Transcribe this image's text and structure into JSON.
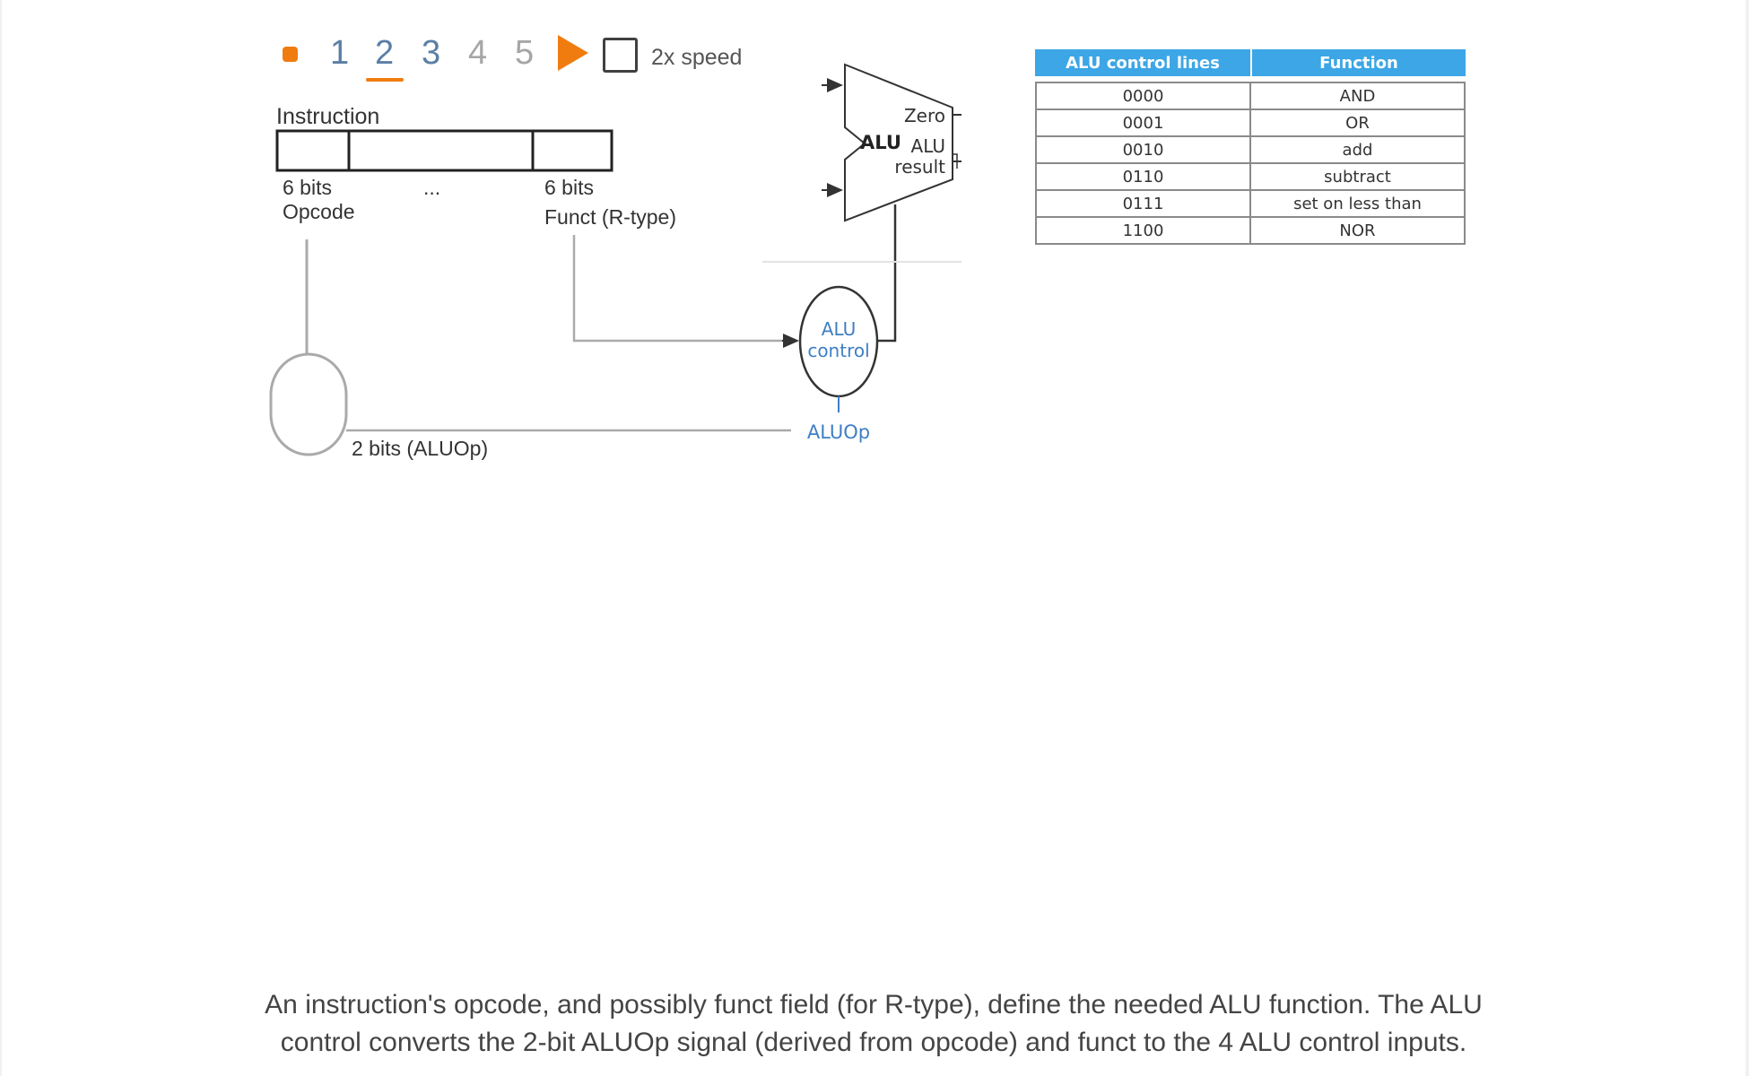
{
  "controls": {
    "steps": [
      "1",
      "2",
      "3",
      "4",
      "5"
    ],
    "current_step": "2",
    "speed_label": "2x speed"
  },
  "diagram": {
    "instruction_label": "Instruction",
    "opcode_bits": "6 bits",
    "opcode_label": "Opcode",
    "ellipsis": "...",
    "funct_bits": "6 bits",
    "funct_label": "Funct (R-type)",
    "aluop_bits_label": "2 bits (ALUOp)",
    "alu_label": "ALU",
    "zero_label": "Zero",
    "alu_result_line1": "ALU",
    "alu_result_line2": "result",
    "alu_control_line1": "ALU",
    "alu_control_line2": "control",
    "aluop_label": "ALUOp"
  },
  "table": {
    "headers": [
      "ALU control lines",
      "Function"
    ],
    "rows": [
      [
        "0000",
        "AND"
      ],
      [
        "0001",
        "OR"
      ],
      [
        "0010",
        "add"
      ],
      [
        "0110",
        "subtract"
      ],
      [
        "0111",
        "set on less than"
      ],
      [
        "1100",
        "NOR"
      ]
    ]
  },
  "caption": {
    "line1": "An instruction's opcode, and possibly funct field (for R-type), define the needed ALU function. The ALU",
    "line2": "control converts the 2-bit ALUOp signal (derived from opcode) and funct to the 4 ALU control inputs."
  },
  "colors": {
    "accent": "#f07c10",
    "step_done": "#5a7fa6",
    "step_todo": "#a6a6a6",
    "table_header": "#3ca6e6",
    "diagram_blue": "#3f7fc4"
  }
}
